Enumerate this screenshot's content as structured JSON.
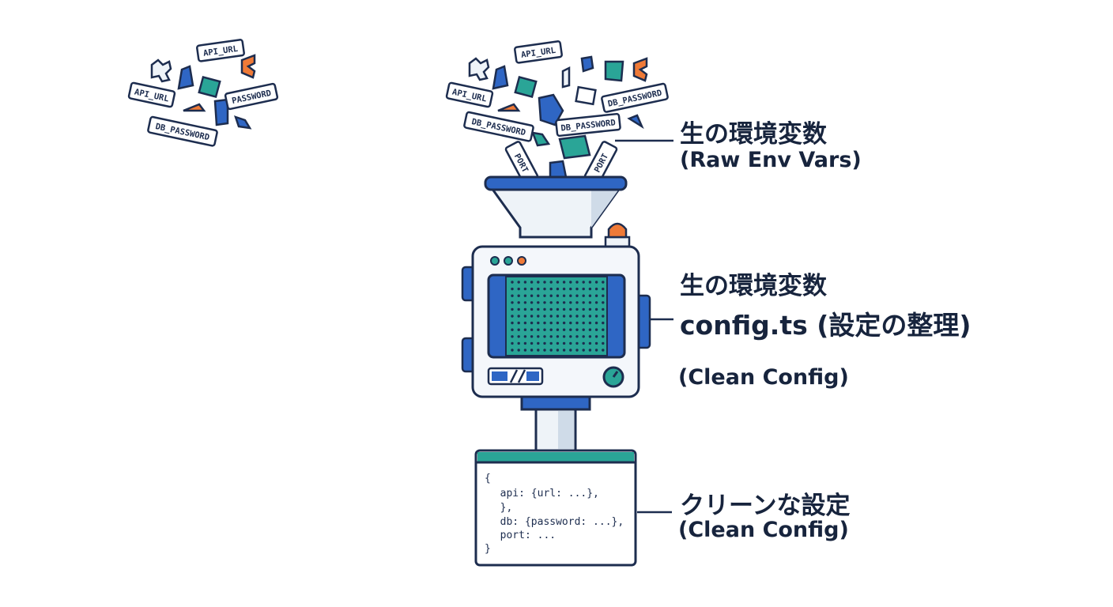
{
  "labels": {
    "raw_jp": "生の環境変数",
    "raw_en": "(Raw Env Vars)",
    "machine_jp": "生の環境変数",
    "machine_main": "config.ts (設定の整理)",
    "machine_en": "(Clean Config)",
    "output_jp": "クリーンな設定",
    "output_en": "(Clean Config)"
  },
  "tags": {
    "api_url": "API_URL",
    "password": "PASSWORD",
    "db_password": "DB_PASSWORD",
    "port": "PORT"
  },
  "code_lines": [
    "{",
    "  api: {url: ...},",
    "  },",
    "  db: {password: ...},",
    "  port: ...",
    "}"
  ],
  "colors": {
    "navy": "#1d2d4f",
    "blue": "#2f66c4",
    "teal": "#2aa597",
    "orange": "#ef7a37",
    "panel": "#f4f7fb",
    "funnel_light": "#eef3f8"
  }
}
